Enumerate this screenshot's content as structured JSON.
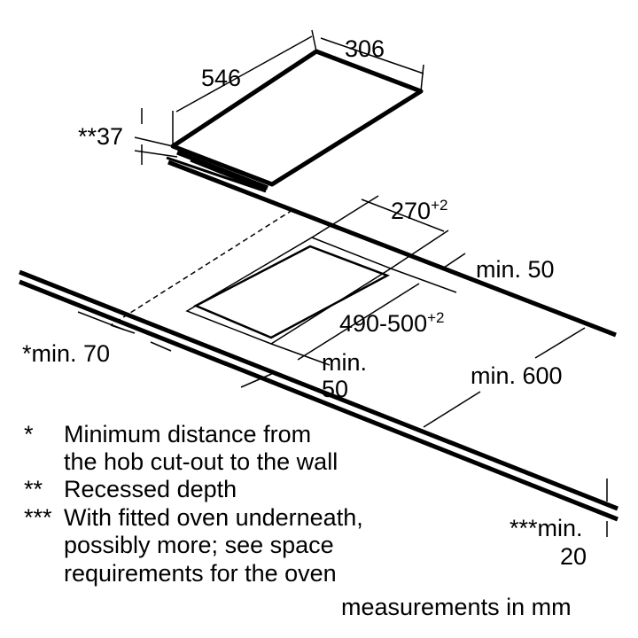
{
  "diagram": {
    "dimensions": {
      "hob_depth": "546",
      "hob_width": "306",
      "hob_height_prefix": "**",
      "hob_height": "37",
      "cutout_width": "270",
      "cutout_width_tol": "+2",
      "cutout_depth": "490-500",
      "cutout_depth_tol": "+2",
      "rear_min": "min. 50",
      "wall_min": "*min. 70",
      "front_min_line1": "min.",
      "front_min_line2": "50",
      "worktop_min": "min. 600",
      "oven_min_line1": "***min.",
      "oven_min_line2": "20"
    },
    "legend": [
      {
        "marker": "*",
        "lines": [
          "Minimum distance from",
          "the hob cut-out to the wall"
        ]
      },
      {
        "marker": "**",
        "lines": [
          "Recessed depth"
        ]
      },
      {
        "marker": "***",
        "lines": [
          "With fitted oven underneath,",
          "possibly more; see space",
          "requirements for the oven"
        ]
      }
    ],
    "units_note": "measurements in mm"
  }
}
